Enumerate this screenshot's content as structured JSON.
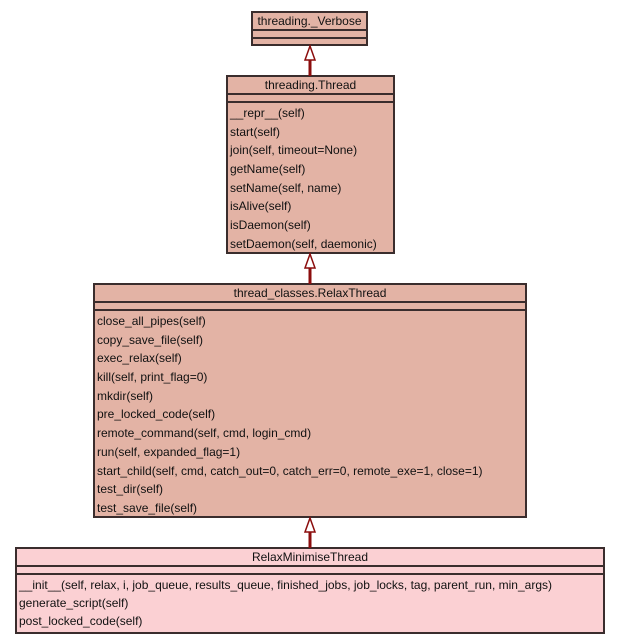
{
  "diagram": {
    "type": "uml-class-inheritance",
    "colors": {
      "class_fill": "#e3b3a5",
      "leaf_class_fill": "#fbd0d3",
      "border": "#3a2d2d",
      "arrow": "#8b0d0d"
    },
    "classes": [
      {
        "name": "threading._Verbose",
        "methods": []
      },
      {
        "name": "threading.Thread",
        "methods": [
          "__repr__(self)",
          "start(self)",
          "join(self, timeout=None)",
          "getName(self)",
          "setName(self, name)",
          "isAlive(self)",
          "isDaemon(self)",
          "setDaemon(self, daemonic)"
        ]
      },
      {
        "name": "thread_classes.RelaxThread",
        "methods": [
          "close_all_pipes(self)",
          "copy_save_file(self)",
          "exec_relax(self)",
          "kill(self, print_flag=0)",
          "mkdir(self)",
          "pre_locked_code(self)",
          "remote_command(self, cmd, login_cmd)",
          "run(self, expanded_flag=1)",
          "start_child(self, cmd, catch_out=0, catch_err=0, remote_exe=1, close=1)",
          "test_dir(self)",
          "test_save_file(self)"
        ]
      },
      {
        "name": "RelaxMinimiseThread",
        "methods": [
          "__init__(self, relax, i, job_queue, results_queue, finished_jobs, job_locks, tag, parent_run, min_args)",
          "generate_script(self)",
          "post_locked_code(self)"
        ]
      }
    ],
    "relations": [
      {
        "child": "threading.Thread",
        "parent": "threading._Verbose",
        "kind": "inherits"
      },
      {
        "child": "thread_classes.RelaxThread",
        "parent": "threading.Thread",
        "kind": "inherits"
      },
      {
        "child": "RelaxMinimiseThread",
        "parent": "thread_classes.RelaxThread",
        "kind": "inherits"
      }
    ]
  }
}
